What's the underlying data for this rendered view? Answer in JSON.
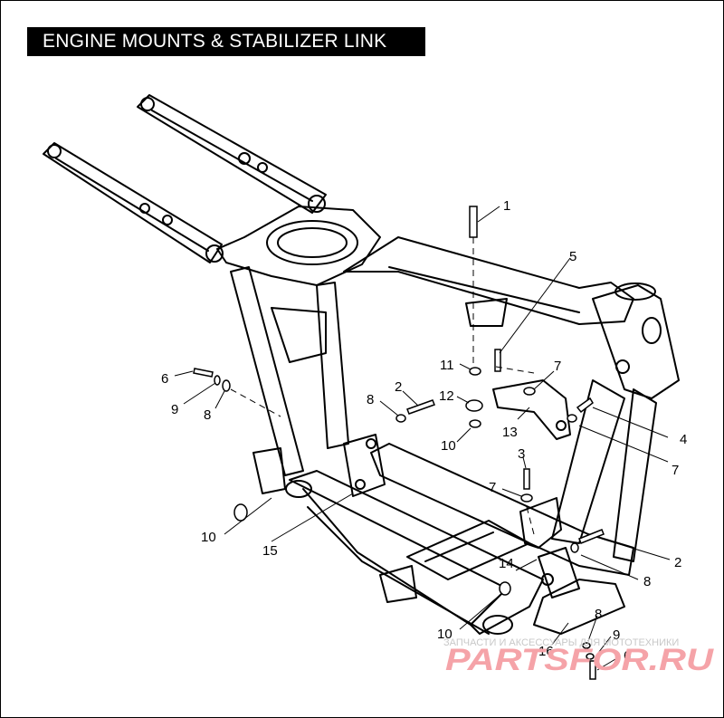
{
  "title": "ENGINE MOUNTS & STABILIZER LINK",
  "callouts": [
    {
      "id": "c1",
      "text": "1"
    },
    {
      "id": "c5",
      "text": "5"
    },
    {
      "id": "c11",
      "text": "11"
    },
    {
      "id": "c7a",
      "text": "7"
    },
    {
      "id": "c12",
      "text": "12"
    },
    {
      "id": "c10a",
      "text": "10"
    },
    {
      "id": "c13",
      "text": "13"
    },
    {
      "id": "c4",
      "text": "4"
    },
    {
      "id": "c7b",
      "text": "7"
    },
    {
      "id": "c6a",
      "text": "6"
    },
    {
      "id": "c9a",
      "text": "9"
    },
    {
      "id": "c8a",
      "text": "8"
    },
    {
      "id": "c2a",
      "text": "2"
    },
    {
      "id": "c8b",
      "text": "8"
    },
    {
      "id": "c3",
      "text": "3"
    },
    {
      "id": "c7c",
      "text": "7"
    },
    {
      "id": "c10b",
      "text": "10"
    },
    {
      "id": "c15",
      "text": "15"
    },
    {
      "id": "c2b",
      "text": "2"
    },
    {
      "id": "c14",
      "text": "14"
    },
    {
      "id": "c8c",
      "text": "8"
    },
    {
      "id": "c8d",
      "text": "8"
    },
    {
      "id": "c10c",
      "text": "10"
    },
    {
      "id": "c9b",
      "text": "9"
    },
    {
      "id": "c16",
      "text": "16"
    },
    {
      "id": "c6b",
      "text": "6"
    }
  ],
  "watermark": {
    "subtitle": "ЗАПЧАСТИ И АКСЕССУАРЫ ДЛЯ МОТОТЕХНИКИ",
    "brand": "PARTSFOR.RU"
  },
  "colors": {
    "line": "#000000",
    "background": "#ffffff",
    "watermark_brand": "#f5a3a8"
  }
}
